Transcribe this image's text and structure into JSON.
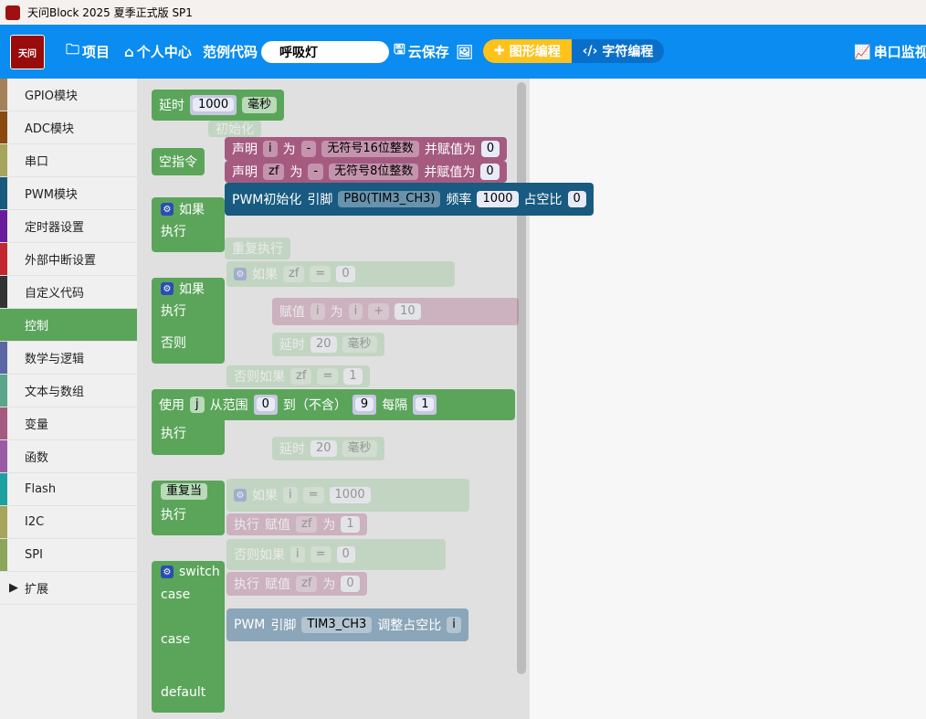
{
  "window": {
    "title": "天问Block 2025 夏季正式版 SP1"
  },
  "header": {
    "logo_text": "天问",
    "project": "项目",
    "personal": "个人中心",
    "examples": "范例代码",
    "project_name": "呼吸灯",
    "cloud_save": "云保存",
    "graphic_mode": "图形编程",
    "code_mode": "字符编程",
    "serial_monitor": "串口监视"
  },
  "sidebar": {
    "items": [
      {
        "label": "GPIO模块",
        "color": "#a5815b"
      },
      {
        "label": "ADC模块",
        "color": "#8a4a10"
      },
      {
        "label": "串口",
        "color": "#a5a55b"
      },
      {
        "label": "PWM模块",
        "color": "#185a80"
      },
      {
        "label": "定时器设置",
        "color": "#6a1b9a"
      },
      {
        "label": "外部中断设置",
        "color": "#c0282d"
      },
      {
        "label": "自定义代码",
        "color": "#333333"
      },
      {
        "label": "控制",
        "color": "#5ba55b"
      },
      {
        "label": "数学与逻辑",
        "color": "#5b67a5"
      },
      {
        "label": "文本与数组",
        "color": "#5ba58c"
      },
      {
        "label": "变量",
        "color": "#a55b80"
      },
      {
        "label": "函数",
        "color": "#995ba5"
      },
      {
        "label": "Flash",
        "color": "#1fa0a0"
      },
      {
        "label": "I2C",
        "color": "#a5a55b"
      },
      {
        "label": "SPI",
        "color": "#8ca55b"
      },
      {
        "label": "扩展",
        "color": "#a55b5b"
      }
    ],
    "selected": "控制"
  },
  "flyout": {
    "delay": {
      "label": "延时",
      "value": "1000",
      "unit": "毫秒"
    },
    "noop": {
      "label": "空指令"
    },
    "if1": {
      "if": "如果",
      "do": "执行"
    },
    "if2": {
      "if": "如果",
      "do": "执行",
      "else": "否则"
    },
    "for": {
      "use": "使用",
      "var": "j",
      "from": "从范围",
      "start": "0",
      "to": "到（不含）",
      "end": "9",
      "step_label": "每隔",
      "step": "1",
      "do": "执行"
    },
    "while": {
      "label": "重复当",
      "do": "执行"
    },
    "switch": {
      "label": "switch",
      "case1": "case",
      "case2": "case",
      "default": "default"
    }
  },
  "workspace": {
    "init": "初始化",
    "declare1": {
      "label": "声明",
      "var": "i",
      "as": "为",
      "mod": "-",
      "type": "无符号16位整数",
      "assign": "并赋值为",
      "value": "0"
    },
    "declare2": {
      "label": "声明",
      "var": "zf",
      "as": "为",
      "mod": "-",
      "type": "无符号8位整数",
      "assign": "并赋值为",
      "value": "0"
    },
    "pwm_init": {
      "label": "PWM初始化",
      "pin_label": "引脚",
      "pin": "PB0(TIM3_CH3)",
      "freq_label": "频率",
      "freq": "1000",
      "duty_label": "占空比",
      "duty": "0"
    },
    "repeat": "重复执行",
    "if_label": "如果",
    "do": "执行",
    "elseif": "否则如果",
    "zf": "zf",
    "i": "i",
    "eq": "=",
    "zero": "0",
    "one": "1",
    "assign": "赋值",
    "as": "为",
    "plus": "+",
    "ten": "10",
    "delay": "延时",
    "twenty": "20",
    "ms": "毫秒",
    "thousand": "1000",
    "pwm_duty": {
      "label": "PWM",
      "pin_label": "引脚",
      "pin": "TIM3_CH3",
      "action": "调整占空比",
      "var": "i"
    }
  }
}
